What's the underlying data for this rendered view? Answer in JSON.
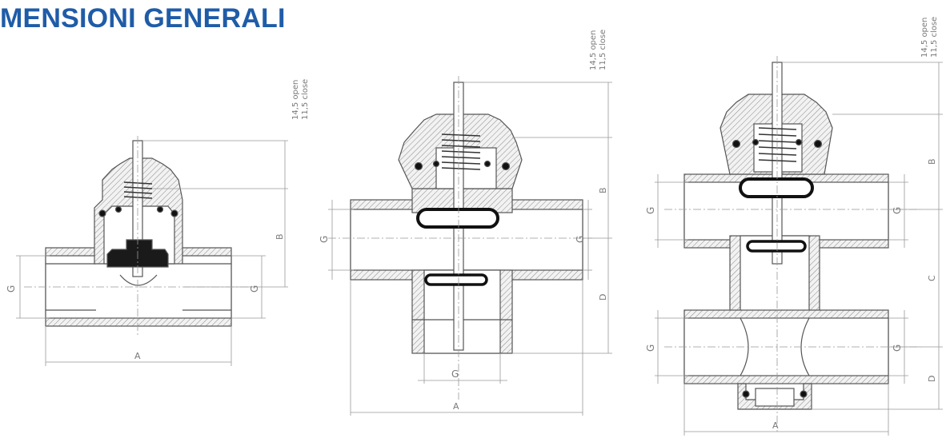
{
  "page": {
    "title": "MENSIONI GENERALI",
    "accent_color": "#1f5ca8"
  },
  "valves": [
    {
      "variant": "2-way",
      "stroke_open": "14,5 open",
      "stroke_close": "11,5 close",
      "dim_B": "B",
      "dim_G_left": "G",
      "dim_G_right": "G",
      "dim_A": "A"
    },
    {
      "variant": "3-way",
      "stroke_open": "14,5 open",
      "stroke_close": "11,5 close",
      "dim_B": "B",
      "dim_D": "D",
      "dim_G_left": "G",
      "dim_G_right": "G",
      "dim_G_bottom": "G",
      "dim_A": "A"
    },
    {
      "variant": "4-way",
      "stroke_open": "14,5 open",
      "stroke_close": "11,5 close",
      "dim_B": "B",
      "dim_C": "C",
      "dim_D": "D",
      "dim_G_top_left": "G",
      "dim_G_top_right": "G",
      "dim_G_bottom_left": "G",
      "dim_G_bottom_right": "G",
      "dim_A": "A"
    }
  ]
}
